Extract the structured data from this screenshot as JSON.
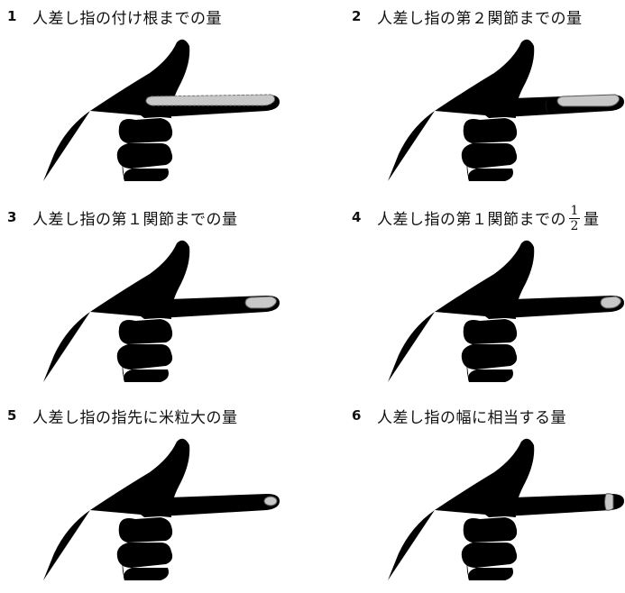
{
  "panels": [
    {
      "number": "1",
      "caption": "人差し指の付け根までの量",
      "dose_extent": "base of index finger"
    },
    {
      "number": "2",
      "caption": "人差し指の第２関節までの量",
      "dose_extent": "second joint"
    },
    {
      "number": "3",
      "caption": "人差し指の第１関節までの量",
      "dose_extent": "first joint"
    },
    {
      "number": "4",
      "caption_before": "人差し指の第１関節までの",
      "fraction_num": "1",
      "fraction_den": "2",
      "caption_after": "量",
      "dose_extent": "half of first joint"
    },
    {
      "number": "5",
      "caption": "人差し指の指先に米粒大の量",
      "dose_extent": "rice-grain at fingertip"
    },
    {
      "number": "6",
      "caption": "人差し指の幅に相当する量",
      "dose_extent": "finger width"
    }
  ],
  "colors": {
    "ink": "#111111",
    "dose_fill": "#c8c8c8",
    "background": "#ffffff"
  }
}
